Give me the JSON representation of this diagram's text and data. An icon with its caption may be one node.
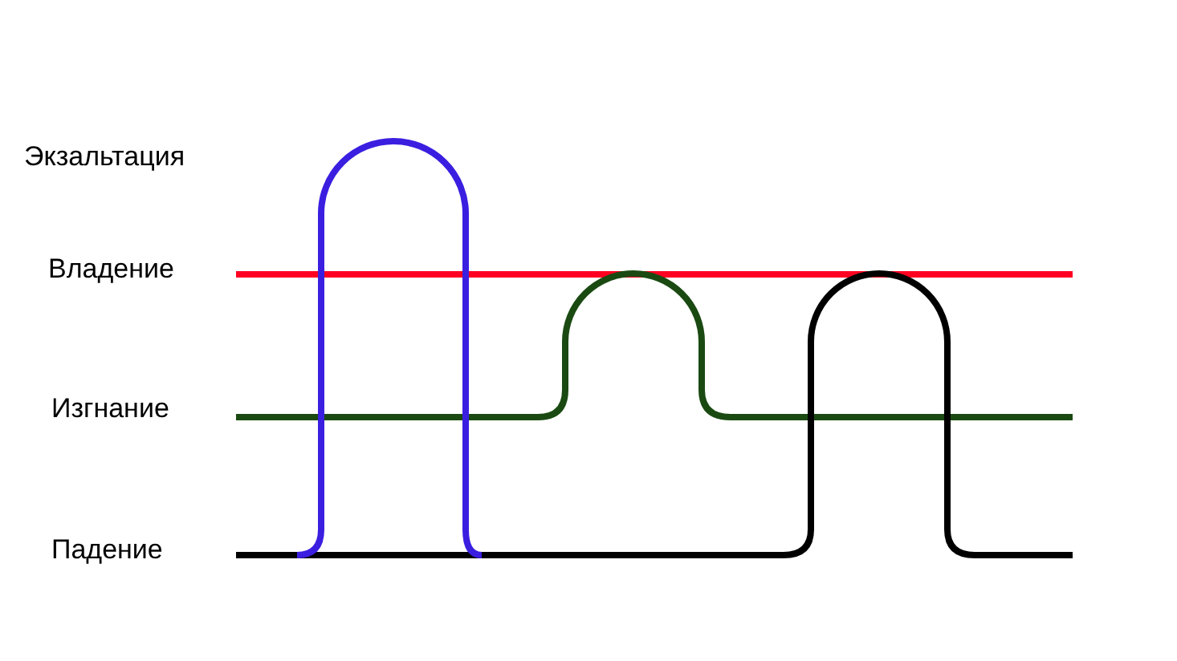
{
  "diagram": {
    "labels": [
      "Экзальтация",
      "Владение",
      "Изгнание",
      "Падение"
    ]
  }
}
